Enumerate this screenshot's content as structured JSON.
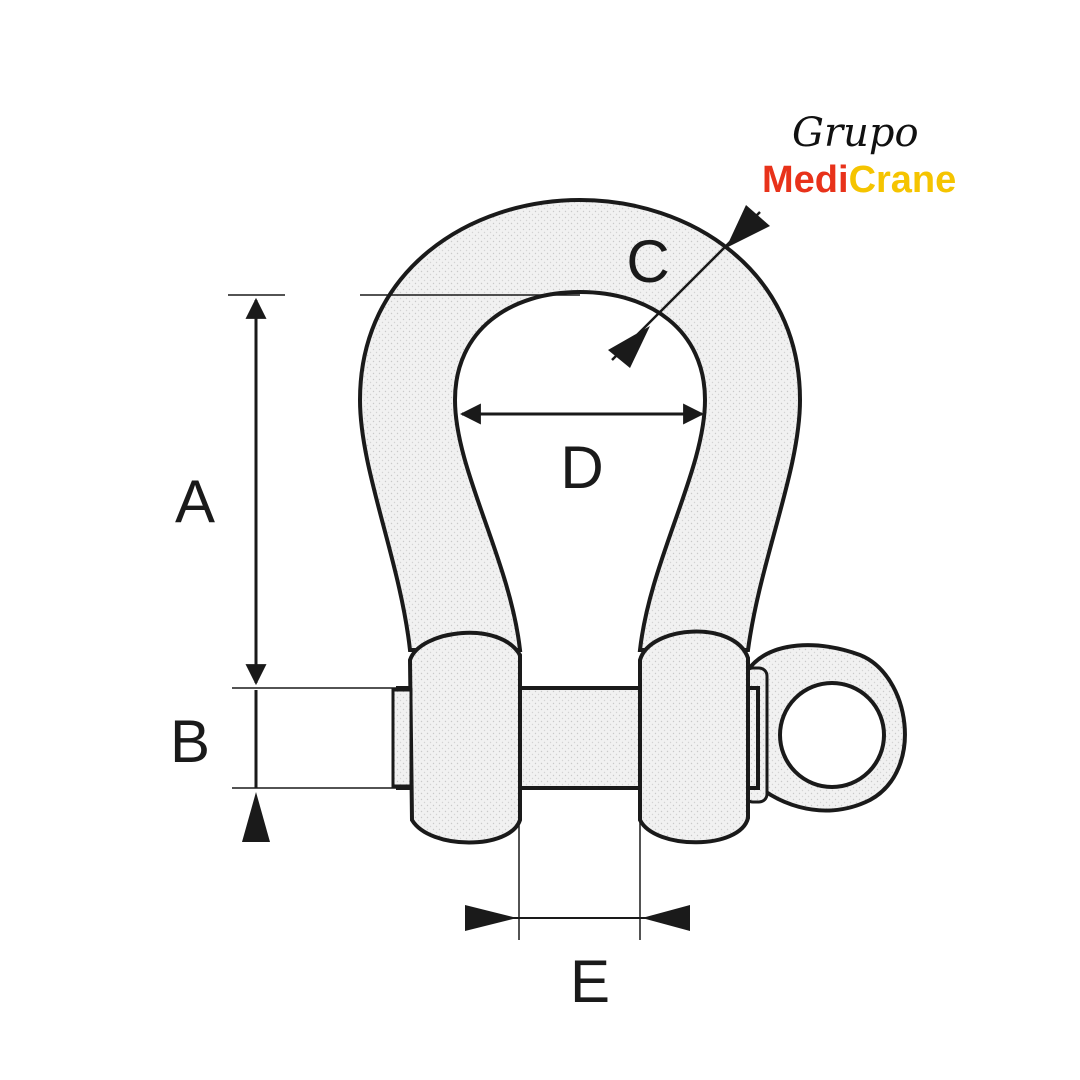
{
  "logo": {
    "line1": "Grupo",
    "brand_part1": "Medi",
    "brand_part2": "Crane",
    "color_part1": "#e8321a",
    "color_part2": "#f5c400"
  },
  "dimensions": {
    "a": "A",
    "b": "B",
    "c": "C",
    "d": "D",
    "e": "E"
  },
  "colors": {
    "outline": "#1a1a1a",
    "fill": "#ececec"
  }
}
